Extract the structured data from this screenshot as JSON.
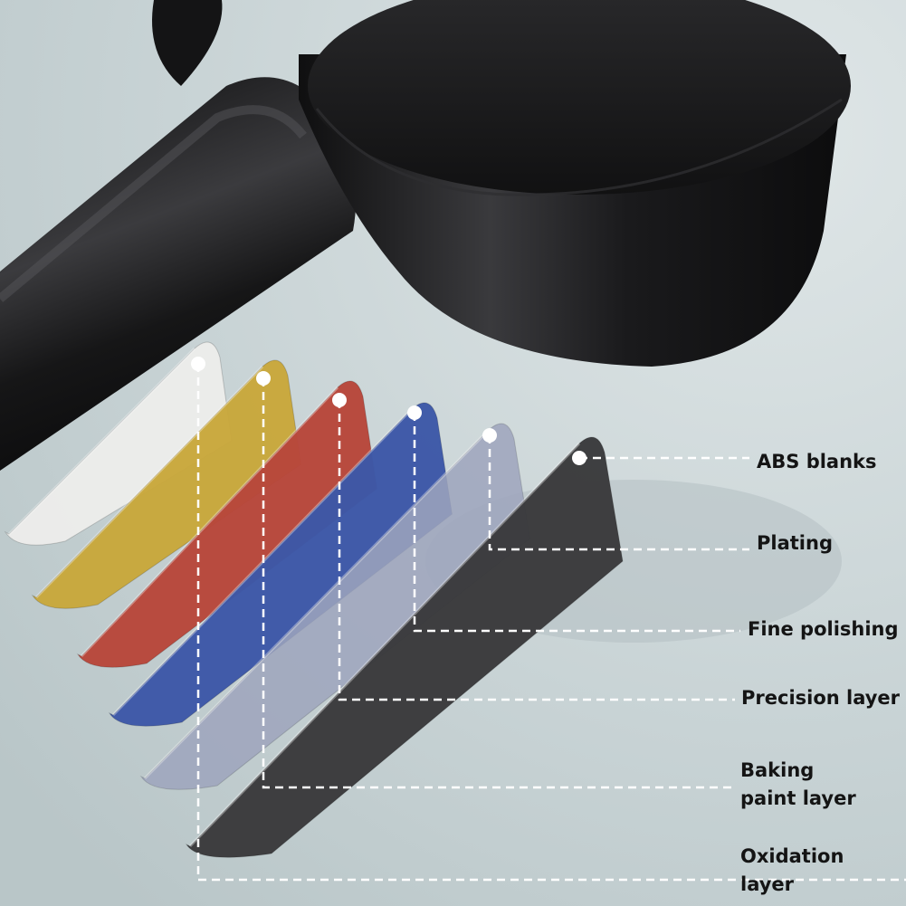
{
  "layers": [
    {
      "id": "abs",
      "lines": [
        "ABS blanks"
      ],
      "color": "#ededeb"
    },
    {
      "id": "plating",
      "lines": [
        "Plating"
      ],
      "color": "#c9a83c"
    },
    {
      "id": "fine",
      "lines": [
        "Fine polishing"
      ],
      "color": "#b8473b"
    },
    {
      "id": "precision",
      "lines": [
        "Precision layer"
      ],
      "color": "#3d58a8"
    },
    {
      "id": "baking",
      "lines": [
        "Baking",
        "paint layer"
      ],
      "color": "#9ea5bd"
    },
    {
      "id": "oxidation",
      "lines": [
        "Oxidation",
        "layer"
      ],
      "color": "#3a3a3c"
    }
  ],
  "colors": {
    "background": "#c9d4d6",
    "product": "#1c1c1e",
    "leader": "#ffffff",
    "label_text": "#141414"
  }
}
